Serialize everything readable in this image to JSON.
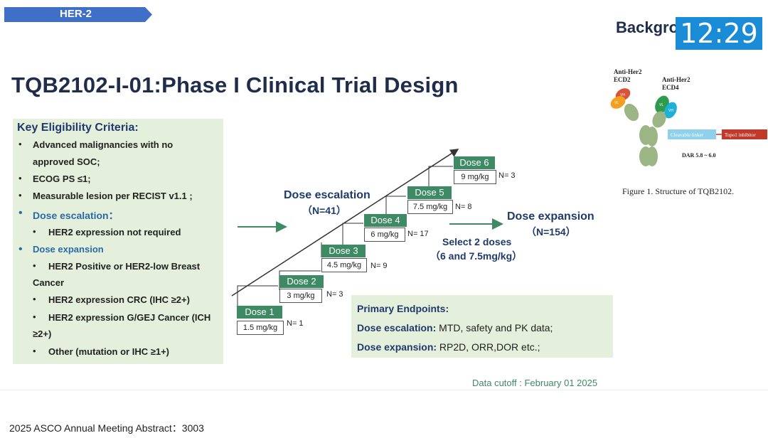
{
  "tag": "HER-2",
  "background_title": "Backgro",
  "clock": "12:29",
  "title": "TQB2102-I-01:Phase I Clinical Trial Design",
  "criteria": {
    "heading": "Key Eligibility Criteria:",
    "items": [
      "Advanced malignancies with no",
      "approved SOC;",
      "ECOG PS ≤1;",
      "Measurable lesion per RECIST v1.1 ;",
      "Dose escalation：",
      "HER2 expression not required",
      "Dose expansion",
      "HER2 Positive or HER2-low Breast",
      "Cancer",
      "HER2 expression CRC (IHC ≥2+)",
      "HER2 expression G/GEJ Cancer  (ICH",
      "≥2+)",
      "Other (mutation or IHC ≥1+)"
    ]
  },
  "doses": [
    {
      "label": "Dose 1",
      "value": "1.5 mg/kg",
      "n": "N= 1"
    },
    {
      "label": "Dose 2",
      "value": "3 mg/kg",
      "n": "N= 3"
    },
    {
      "label": "Dose 3",
      "value": "4.5 mg/kg",
      "n": "N= 9"
    },
    {
      "label": "Dose 4",
      "value": "6 mg/kg",
      "n": "N= 17"
    },
    {
      "label": "Dose 5",
      "value": "7.5 mg/kg",
      "n": "N= 8"
    },
    {
      "label": "Dose 6",
      "value": "9 mg/kg",
      "n": "N= 3"
    }
  ],
  "escalation": {
    "title": "Dose escalation",
    "n": "（N=41）"
  },
  "expansion": {
    "title": "Dose expansion",
    "n": "（N=154）"
  },
  "select": {
    "line1": "Select 2 doses",
    "line2": "（6 and 7.5mg/kg）"
  },
  "endpoints": {
    "heading": "Primary Endpoints:",
    "esc_label": "Dose escalation:",
    "esc_value": " MTD, safety and PK data;",
    "exp_label": "Dose expansion:",
    "exp_value": " RP2D, ORR,DOR etc.;"
  },
  "cutoff": "Data cutoff : February 01 2025",
  "footer": "2025 ASCO Annual Meeting Abstract：3003",
  "figure": {
    "caption": "Figure 1. Structure of TQB2102.",
    "ecd2": "Anti-Her2",
    "ecd2b": "ECD2",
    "ecd4": "Anti-Her2",
    "ecd4b": "ECD4",
    "linker": "Cleavable linker",
    "payload": "Topo1 inhibitor",
    "dar": "DAR 5.8 ~ 6.0",
    "vh": "VH",
    "vl": "VL"
  },
  "colors": {
    "accent": "#3e8a64",
    "title": "#1f2d4a",
    "banner": "#3f6fc7",
    "clock": "#1a8bd6"
  }
}
